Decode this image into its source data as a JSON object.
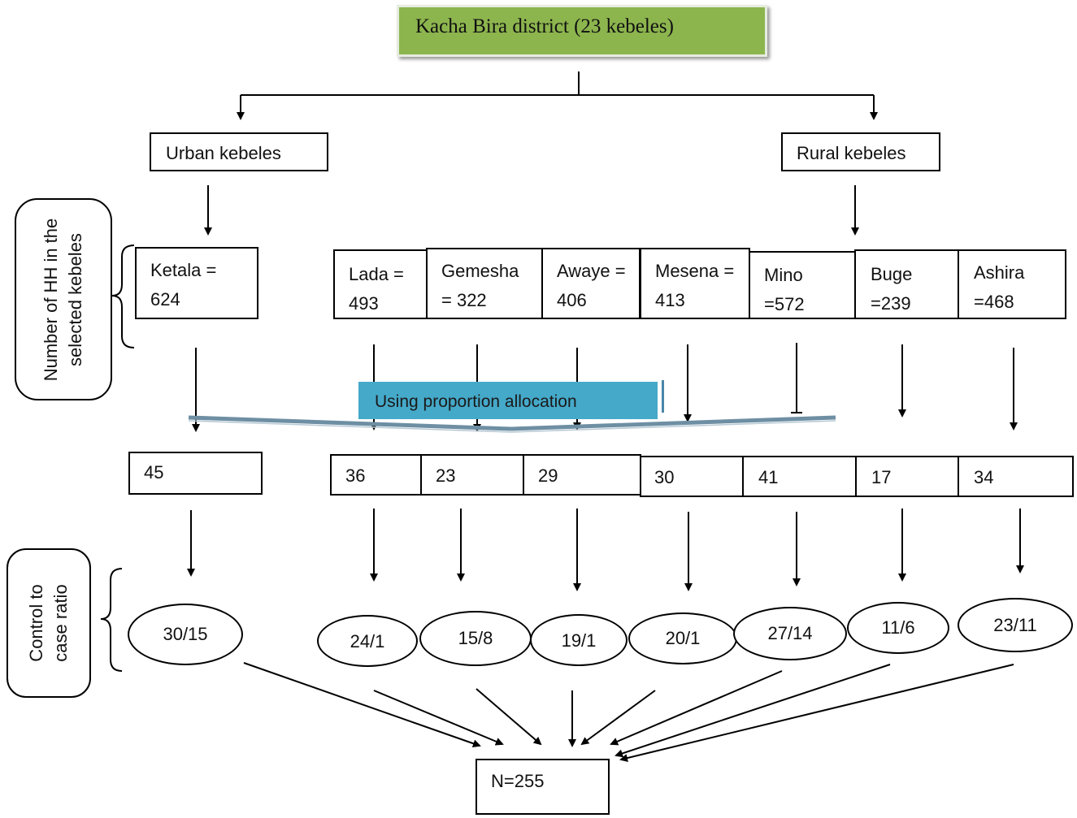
{
  "title": "Kacha Bira district (23 kebeles)",
  "urban": "Urban kebeles",
  "rural": "Rural kebeles",
  "side_top": {
    "line1": "Number of HH in the",
    "line2": "selected kebeles"
  },
  "side_bottom": {
    "line1": "Control to",
    "line2": "case ratio"
  },
  "allocation_label": "Using proportion allocation",
  "kebeles": [
    {
      "name": "Ketala =",
      "hh": "624",
      "sample": "45",
      "ratio": "30/15"
    },
    {
      "name": "Lada =",
      "hh": "493",
      "sample": "36",
      "ratio": "24/1"
    },
    {
      "name": "Gemesha",
      "hh": "= 322",
      "sample": "23",
      "ratio": "15/8"
    },
    {
      "name": "Awaye =",
      "hh": "406",
      "sample": "29",
      "ratio": "19/1"
    },
    {
      "name": "Mesena =",
      "hh": "413",
      "sample": "30",
      "ratio": "20/1"
    },
    {
      "name": "Mino",
      "hh": "=572",
      "sample": "41",
      "ratio": "27/14"
    },
    {
      "name": "Buge",
      "hh": "=239",
      "sample": "17",
      "ratio": "11/6"
    },
    {
      "name": "Ashira",
      "hh": "=468",
      "sample": "34",
      "ratio": "23/11"
    }
  ],
  "total": "N=255"
}
